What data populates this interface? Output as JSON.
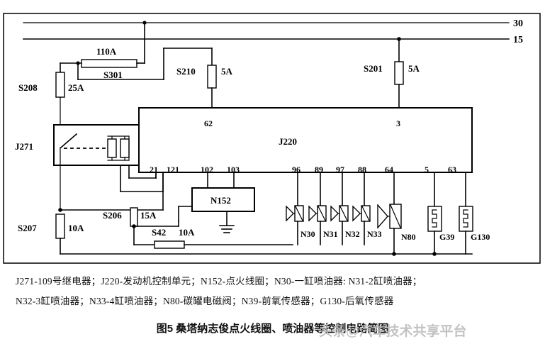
{
  "diagram": {
    "title_caption": "图5 桑塔纳志俊点火线圈、喷油器等控制电路简图",
    "watermark": "头条@汽车技术共享平台",
    "rails": [
      {
        "name": "battery-rail",
        "label": "30"
      },
      {
        "name": "ignition-rail",
        "label": "15"
      }
    ],
    "fuses": [
      {
        "id": "S208",
        "rating": "25A"
      },
      {
        "id": "S301",
        "rating": "110A"
      },
      {
        "id": "S210",
        "rating": "5A"
      },
      {
        "id": "S201",
        "rating": "5A"
      },
      {
        "id": "S206",
        "rating": "15A"
      },
      {
        "id": "S207",
        "rating": "10A"
      },
      {
        "id": "S42",
        "rating": "10A"
      }
    ],
    "relay": {
      "id": "J271"
    },
    "ecu": {
      "id": "J220"
    },
    "ignition_coil": {
      "id": "N152"
    },
    "ecu_pins_top": [
      "62",
      "3"
    ],
    "ecu_pins_bottom": [
      "21",
      "121",
      "102",
      "103",
      "96",
      "89",
      "97",
      "88",
      "64",
      "5",
      "63"
    ],
    "components": [
      {
        "id": "N30",
        "type": "injector"
      },
      {
        "id": "N31",
        "type": "injector"
      },
      {
        "id": "N32",
        "type": "injector"
      },
      {
        "id": "N33",
        "type": "injector"
      },
      {
        "id": "N80",
        "type": "solenoid-valve"
      },
      {
        "id": "G39",
        "type": "oxygen-sensor"
      },
      {
        "id": "G130",
        "type": "oxygen-sensor"
      }
    ]
  },
  "legend": {
    "line1": "J271-109号继电器；J220-发动机控制单元；N152-点火线圈；N30-一缸喷油器: N31-2缸喷油器；",
    "line2": "N32-3缸喷油器；N33-4缸喷油器；N80-碳罐电磁阀；N39-前氧传感器；G130-后氧传感器"
  }
}
